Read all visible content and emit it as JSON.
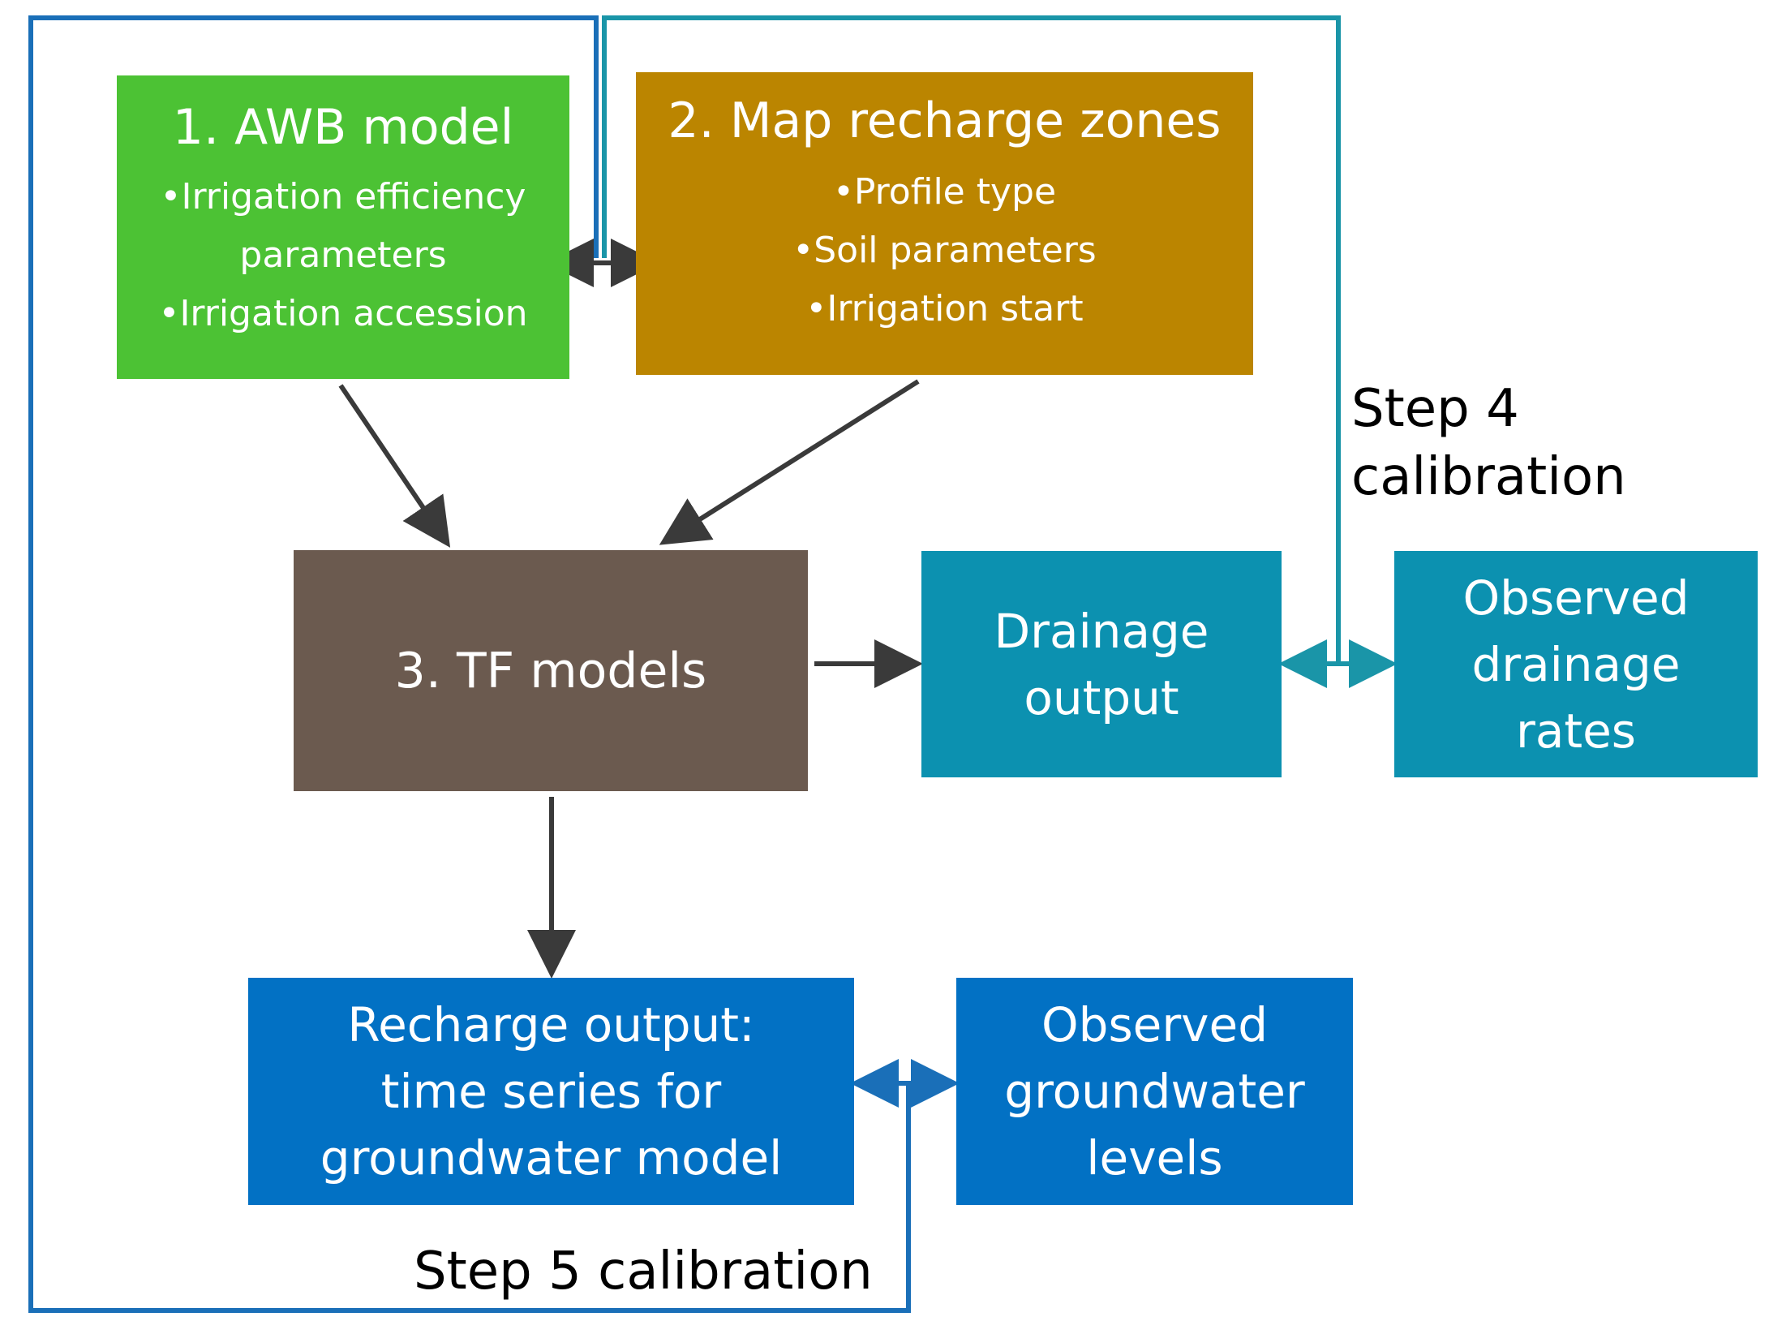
{
  "colors": {
    "awb": "#4cc234",
    "zones": "#bb8500",
    "tf": "#6b5a4f",
    "drainage": "#0c91b0",
    "recharge": "#0271c4",
    "arrow_dark": "#3a3a3a",
    "loop_blue": "#1a6fb8",
    "loop_teal": "#1a95a8"
  },
  "boxes": {
    "awb": {
      "title": "1. AWB model",
      "bullets": [
        "•Irrigation efficiency",
        "parameters",
        "•Irrigation accession"
      ]
    },
    "zones": {
      "title": "2. Map recharge zones",
      "bullets": [
        "•Profile type",
        "•Soil parameters",
        "•Irrigation start"
      ]
    },
    "tf": {
      "title": "3. TF models"
    },
    "drainage_output": {
      "lines": [
        "Drainage",
        "output"
      ]
    },
    "observed_drainage": {
      "lines": [
        "Observed",
        "drainage",
        "rates"
      ]
    },
    "recharge_output": {
      "lines": [
        "Recharge output:",
        "time series for",
        "groundwater model"
      ]
    },
    "observed_groundwater": {
      "lines": [
        "Observed",
        "groundwater",
        "levels"
      ]
    }
  },
  "labels": {
    "step4": [
      "Step 4",
      "calibration"
    ],
    "step5": "Step 5 calibration"
  }
}
